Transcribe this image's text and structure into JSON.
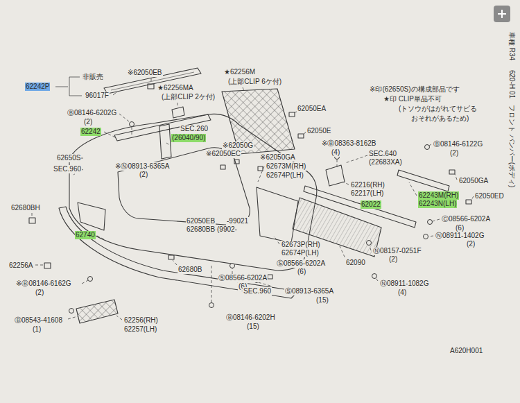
{
  "diagram": {
    "labels": [
      "※62050EB",
      "非販売",
      "62242P",
      "96017F",
      "★62256MA",
      "(上部CLIP 2ケ付)",
      "★62256M",
      "(上部CLIP 6ケ付)",
      "※印(62650S)の構成部品です",
      "★印 CLIP単品不可",
      "(トソウがはがれてサビる",
      "おそれがあるため)",
      "62050EA",
      "Ⓑ08146-6202G",
      "(2)",
      "SEC.260",
      "(26040/90)",
      "62050E",
      "62242",
      "※Ⓑ08363-8162B",
      "(4)",
      "Ⓑ08146-6122G",
      "(2)",
      "※62050G",
      "※62050EC",
      "※62050GA",
      "62650S",
      "※Ⓝ08913-6365A",
      "(2)",
      "SEC.960",
      "SEC.640",
      "(22683XA)",
      "62673M(RH)",
      "62674P(LH)",
      "62050GA",
      "62216(RH)",
      "62217(LH)",
      "62050ED",
      "62243M(RH)",
      "62243N(LH)",
      "62680BH",
      "62022",
      "62050EB",
      "-99021",
      "62680BB",
      "(9902-",
      "Ⓒ08566-6202A",
      "(6)",
      "Ⓝ08911-1402G",
      "(2)",
      "62740",
      "62673P(RH)",
      "62674P(LH)",
      "Ⓝ08157-0251F",
      "(2)",
      "62090",
      "Ⓢ08566-6202A",
      "(6)",
      "62256A",
      "62680B",
      "Ⓢ08566-6202A",
      "(6)",
      "Ⓝ08911-1082G",
      "(4)",
      "※Ⓑ08146-6162G",
      "(2)",
      "SEC.960",
      "Ⓢ08913-6365A",
      "(15)",
      "Ⓑ08543-41608",
      "(1)",
      "62256(RH)",
      "62257(LH)",
      "Ⓑ08146-6202H",
      "(15)",
      "A620H001",
      "車種 R34",
      "620-H 01",
      "フロント バンパー(ボディ)"
    ]
  }
}
